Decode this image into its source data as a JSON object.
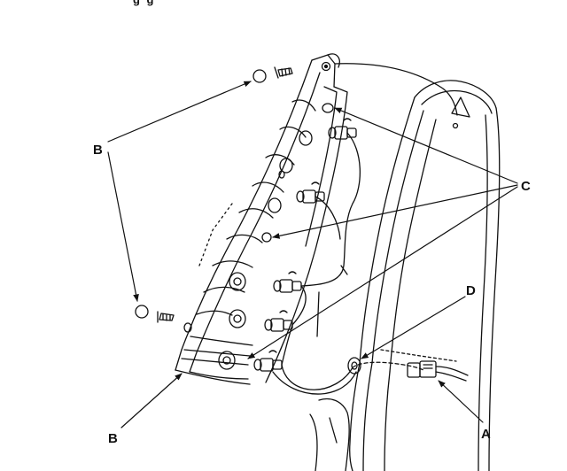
{
  "top_fragment": "g   g",
  "callouts": {
    "A": "A",
    "B_top": "B",
    "B_bottom": "B",
    "C": "C",
    "D": "D"
  },
  "colors": {
    "line": "#111111",
    "background": "#ffffff"
  }
}
